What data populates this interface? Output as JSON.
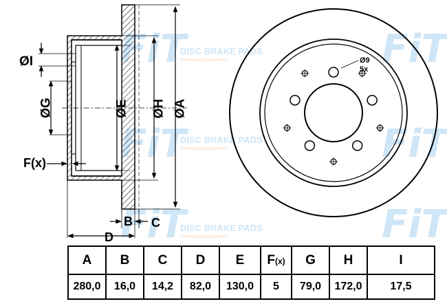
{
  "watermark": {
    "logo": "FiT",
    "title": "DISC BRAKE PADS",
    "subtitle": "Premium components"
  },
  "labels": {
    "A": "ØA",
    "H": "ØH",
    "E": "ØE",
    "G": "ØG",
    "I": "ØI",
    "F": "F(x)",
    "B": "B",
    "C": "C",
    "D": "D",
    "bolt_dia": "Ø9",
    "bolt_count": "5x"
  },
  "table": {
    "headers": [
      {
        "main": "A"
      },
      {
        "main": "B"
      },
      {
        "main": "C"
      },
      {
        "main": "D"
      },
      {
        "main": "E"
      },
      {
        "main": "F",
        "sub": "(x)"
      },
      {
        "main": "G"
      },
      {
        "main": "H"
      },
      {
        "main": "I"
      }
    ],
    "values": [
      "280,0",
      "16,0",
      "14,2",
      "82,0",
      "130,0",
      "5",
      "79,0",
      "172,0",
      "17,5"
    ]
  }
}
